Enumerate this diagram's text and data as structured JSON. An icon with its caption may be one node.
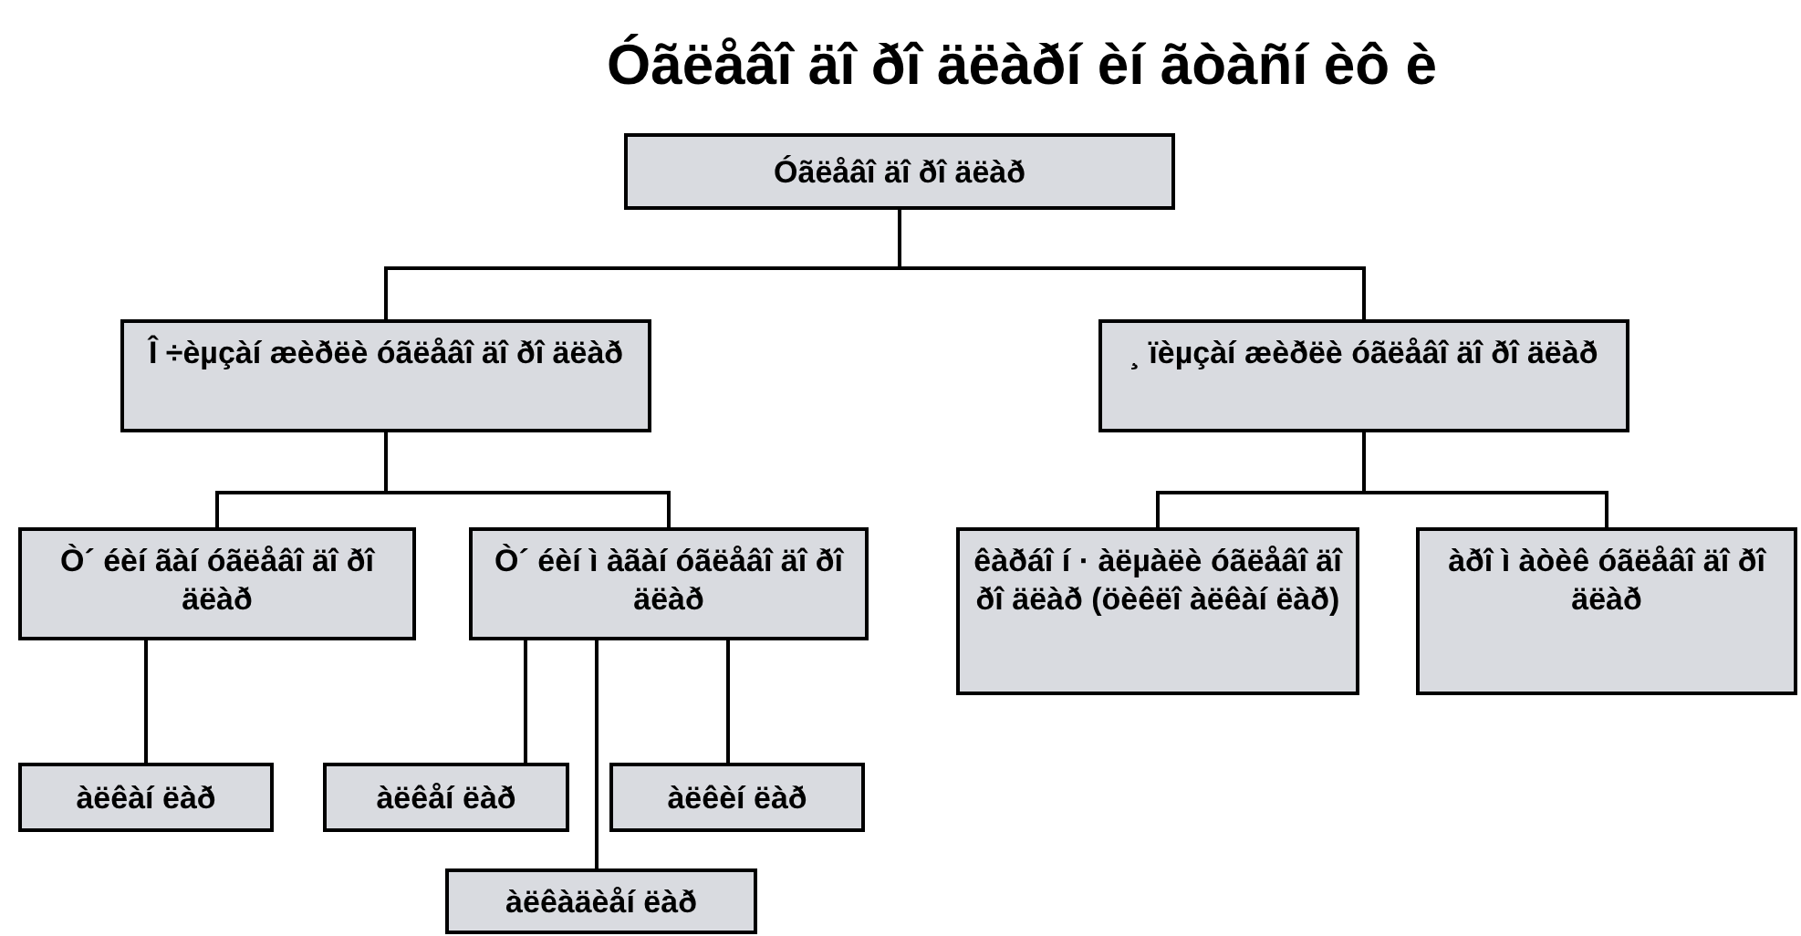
{
  "diagram": {
    "title": "Óãëåâî äî ðî äëàðí èí ãòàñí èô è",
    "nodes": [
      {
        "text": [
          "Óãëåâî äî ðî äëàð"
        ]
      },
      {
        "text": [
          "Î ÷èµçàí æèðëè óãëåâî äî ðî äëàð"
        ]
      },
      {
        "text": [
          "¸ ïèµçàí æèðëè óãëåâî äî ðî äëàð"
        ]
      },
      {
        "text": [
          "Ò´ éèí ãàí óãëåâî äî ðî äëàð"
        ]
      },
      {
        "text": [
          "Ò´ éèí ì àãàí óãëåâî äî ðî äëàð"
        ]
      },
      {
        "text": [
          "êàðáî í · àëµàëè óãëåâî äî ðî äëàð (öèêëî àëêàí ëàð)"
        ]
      },
      {
        "text": [
          "àðî ì àòèê óãëåâî äî ðî äëàð"
        ]
      },
      {
        "text": [
          "àëêàí ëàð"
        ]
      },
      {
        "text": [
          "àëêåí ëàð"
        ]
      },
      {
        "text": [
          "àëêèí ëàð"
        ]
      },
      {
        "text": [
          "àëêàäèåí ëàð"
        ]
      }
    ],
    "edges": [
      {
        "from": 0,
        "to": 1,
        "arrow": "none"
      },
      {
        "from": 0,
        "to": 2,
        "arrow": "none"
      },
      {
        "from": 1,
        "to": 3,
        "arrow": "none"
      },
      {
        "from": 1,
        "to": 4,
        "arrow": "none"
      },
      {
        "from": 2,
        "to": 5,
        "arrow": "none"
      },
      {
        "from": 2,
        "to": 6,
        "arrow": "none"
      },
      {
        "from": 3,
        "to": 7,
        "arrow": "none"
      },
      {
        "from": 4,
        "to": 8,
        "arrow": "none"
      },
      {
        "from": 4,
        "to": 9,
        "arrow": "none"
      },
      {
        "from": 4,
        "to": 10,
        "arrow": "none"
      }
    ]
  }
}
